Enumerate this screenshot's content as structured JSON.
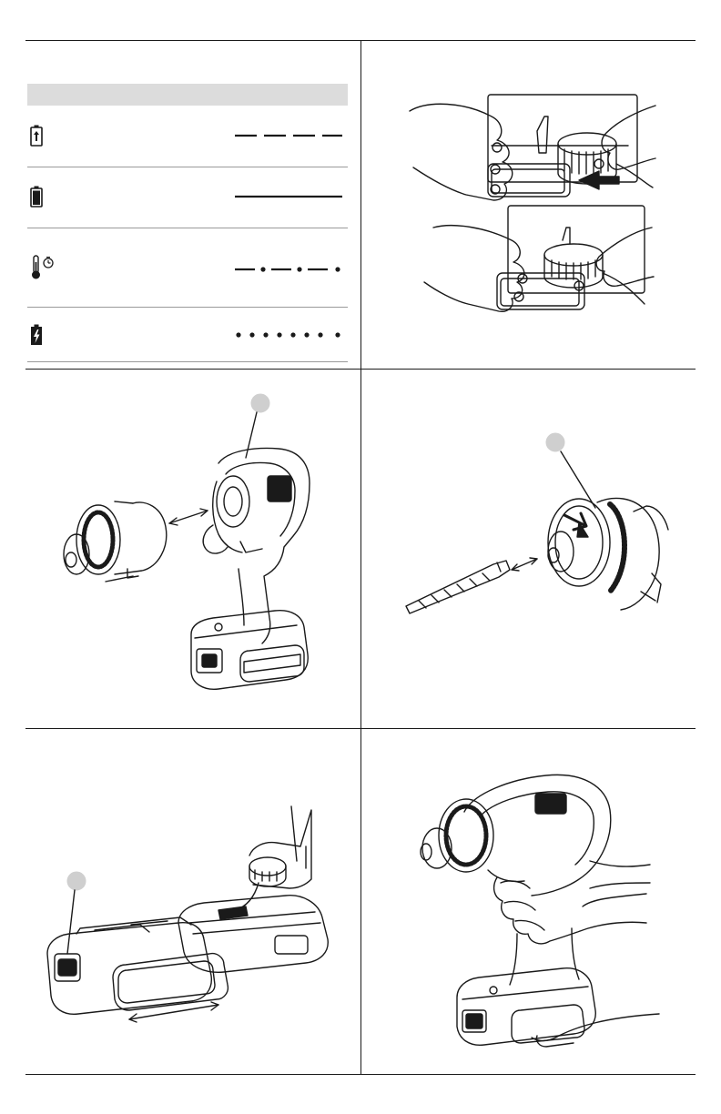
{
  "page": {
    "title": "",
    "background": "#ffffff"
  },
  "legend": {
    "header_color": "#dcdcdc",
    "rows": [
      {
        "icon": "battery-charging-icon",
        "pattern": "dashed-line-pattern"
      },
      {
        "icon": "battery-full-icon",
        "pattern": "solid-line-pattern"
      },
      {
        "icon": "hot-cold-delay-icon",
        "pattern": "dash-dot-line-pattern"
      },
      {
        "icon": "battery-fault-icon",
        "pattern": "dotted-line-pattern"
      }
    ]
  },
  "figures": [
    {
      "name": "insert-battery-into-charger-figure"
    },
    {
      "name": "attach-chuck-attachment-figure"
    },
    {
      "name": "insert-drill-bit-figure"
    },
    {
      "name": "remove-battery-pack-figure"
    },
    {
      "name": "hold-drill-figure"
    }
  ],
  "colors": {
    "line": "#1a1a1a",
    "callout": "#cfcfcf"
  }
}
